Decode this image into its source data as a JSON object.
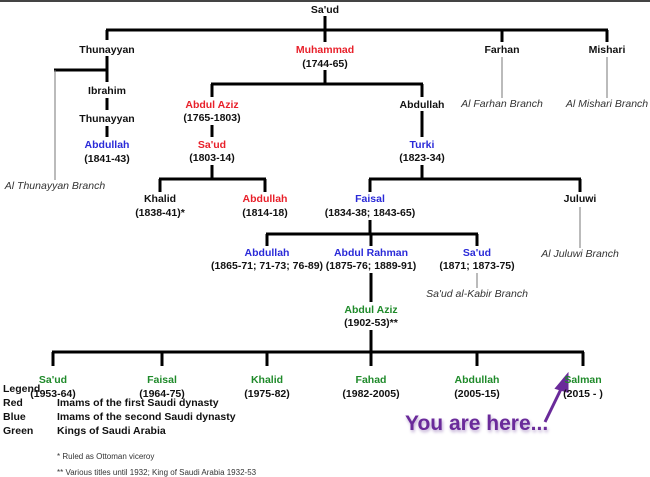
{
  "root": {
    "name": "Sa'ud"
  },
  "gen1": [
    {
      "name": "Thunayyan"
    },
    {
      "name": "Muhammad",
      "years": "(1744-65)"
    },
    {
      "name": "Farhan"
    },
    {
      "name": "Mishari"
    }
  ],
  "thunayyan_line": [
    {
      "name": "Ibrahim"
    },
    {
      "name": "Thunayyan"
    },
    {
      "name": "Abdullah",
      "years": "(1841-43)"
    }
  ],
  "branches": {
    "thunayyan": "Al Thunayyan Branch",
    "farhan": "Al Farhan Branch",
    "mishari": "Al Mishari Branch",
    "juluwi": "Al Juluwi Branch",
    "saud_kabir": "Sa'ud al-Kabir Branch"
  },
  "first_dynasty": {
    "abdul_aziz": {
      "name": "Abdul Aziz",
      "years": "(1765-1803)"
    },
    "saud": {
      "name": "Sa'ud",
      "years": "(1803-14)"
    },
    "khalid": {
      "name": "Khalid",
      "years": "(1838-41)*"
    },
    "abdullah": {
      "name": "Abdullah",
      "years": "(1814-18)"
    }
  },
  "second_dynasty": {
    "abdullah": {
      "name": "Abdullah"
    },
    "turki": {
      "name": "Turki",
      "years": "(1823-34)"
    },
    "faisal": {
      "name": "Faisal",
      "years": "(1834-38; 1843-65)"
    },
    "juluwi": {
      "name": "Juluwi"
    },
    "abdullah2": {
      "name": "Abdullah",
      "years": "(1865-71; 71-73; 76-89)"
    },
    "abdul_rahman": {
      "name": "Abdul Rahman",
      "years": "(1875-76; 1889-91)"
    },
    "saud": {
      "name": "Sa'ud",
      "years": "(1871; 1873-75)"
    }
  },
  "founder": {
    "name": "Abdul Aziz",
    "years": "(1902-53)**"
  },
  "kings": [
    {
      "name": "Sa'ud",
      "years": "(1953-64)"
    },
    {
      "name": "Faisal",
      "years": "(1964-75)"
    },
    {
      "name": "Khalid",
      "years": "(1975-82)"
    },
    {
      "name": "Fahad",
      "years": "(1982-2005)"
    },
    {
      "name": "Abdullah",
      "years": "(2005-15)"
    },
    {
      "name": "Salman",
      "years": "(2015 - )"
    }
  ],
  "legend": {
    "title": "Legend",
    "items": [
      {
        "color_name": "Red",
        "desc": "Imams of the first Saudi dynasty",
        "color": "#e8202a"
      },
      {
        "color_name": "Blue",
        "desc": "Imams of the second Saudi dynasty",
        "color": "#2a2ad8"
      },
      {
        "color_name": "Green",
        "desc": "Kings of Saudi Arabia",
        "color": "#1f8a2a"
      }
    ]
  },
  "footnotes": [
    "* Ruled as Ottoman viceroy",
    "** Various titles until 1932; King of Saudi Arabia 1932-53"
  ],
  "annotation": "You are here..."
}
